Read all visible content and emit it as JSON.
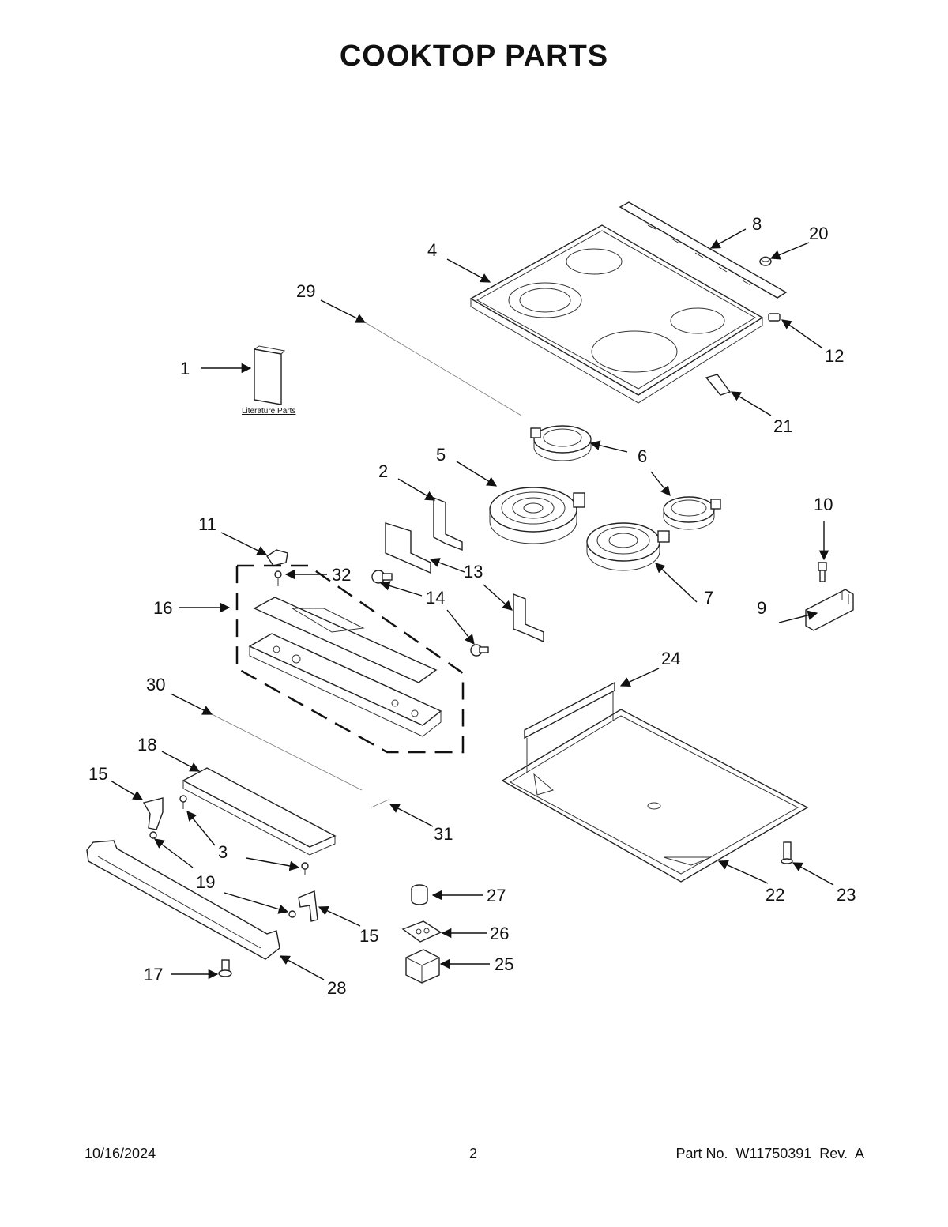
{
  "title": "COOKTOP PARTS",
  "literature_label": "Literature Parts",
  "callouts": {
    "c1": "1",
    "c2": "2",
    "c3": "3",
    "c4": "4",
    "c5": "5",
    "c6a": "6",
    "c7": "7",
    "c8": "8",
    "c9": "9",
    "c10": "10",
    "c11": "11",
    "c12": "12",
    "c13a": "13",
    "c14": "14",
    "c15a": "15",
    "c15b": "15",
    "c16": "16",
    "c17": "17",
    "c18": "18",
    "c19": "19",
    "c20": "20",
    "c21": "21",
    "c22": "22",
    "c23": "23",
    "c24": "24",
    "c25": "25",
    "c26": "26",
    "c27": "27",
    "c28": "28",
    "c29": "29",
    "c30": "30",
    "c31": "31",
    "c32": "32"
  },
  "footer": {
    "date": "10/16/2024",
    "page": "2",
    "part_no": "Part No.  W11750391  Rev.  A"
  }
}
